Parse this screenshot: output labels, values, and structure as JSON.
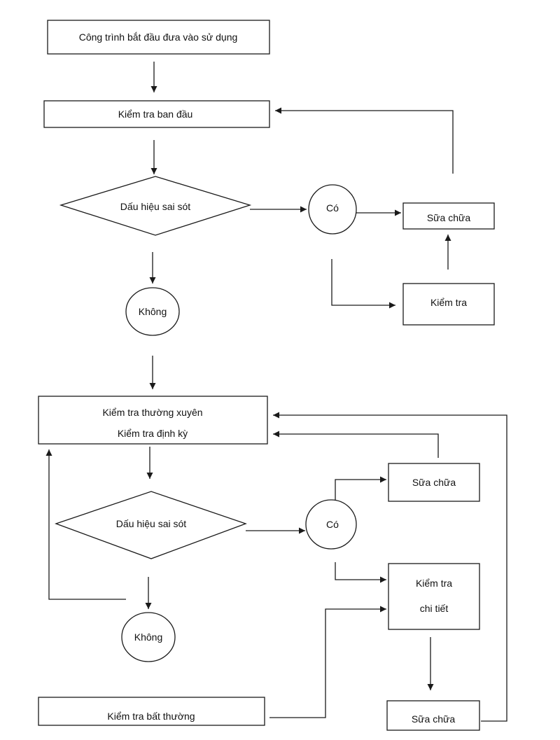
{
  "nodes": {
    "start": "Công trình bắt đầu đưa vào sử dụng",
    "initial_check": "Kiểm tra ban đầu",
    "defect_sign_1": "Dấu hiệu sai sót",
    "yes_1": "Có",
    "repair_1": "Sữa chữa",
    "check_1": "Kiểm tra",
    "no_1": "Không",
    "regular_check_line1": "Kiểm tra thường xuyên",
    "regular_check_line2": "Kiểm tra định kỳ",
    "defect_sign_2": "Dấu hiệu sai sót",
    "yes_2": "Có",
    "repair_2": "Sữa chữa",
    "detailed_check_line1": "Kiểm tra",
    "detailed_check_line2": "chi tiết",
    "no_2": "Không",
    "irregular_check": "Kiểm tra bất thường",
    "repair_3": "Sữa chữa"
  },
  "colors": {
    "stroke": "#1a1a1a",
    "background": "#ffffff"
  }
}
